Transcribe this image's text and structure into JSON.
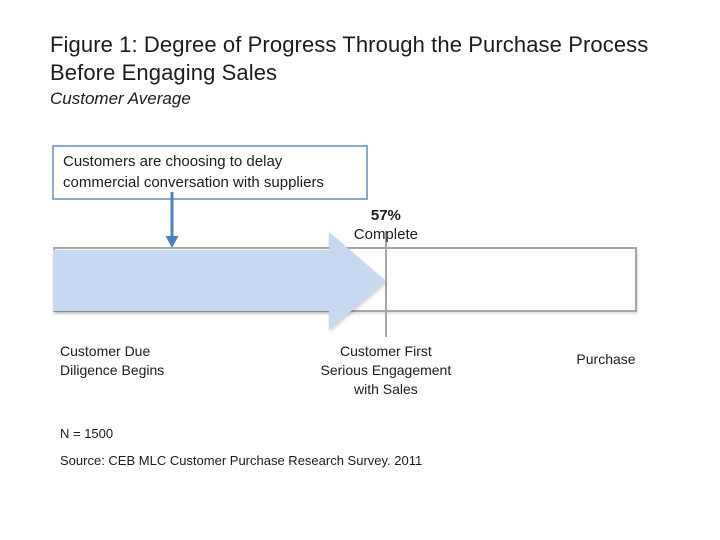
{
  "figure": {
    "title_line1": "Figure 1: Degree of Progress Through the Purchase Process",
    "title_line2": "Before Engaging Sales",
    "subtitle": "Customer Average"
  },
  "callout": {
    "text": "Customers are choosing to delay commercial conversation with suppliers"
  },
  "progress": {
    "percent_label": "57%",
    "complete_label": "Complete"
  },
  "milestones": {
    "start_lines": [
      "Customer Due",
      "Diligence Begins"
    ],
    "mid_lines": [
      "Customer First",
      "Serious Engagement",
      "with Sales"
    ],
    "end": "Purchase"
  },
  "footnotes": {
    "sample": "N = 1500",
    "source": "Source: CEB MLC Customer Purchase Research Survey. 2011"
  },
  "colors": {
    "arrow_fill": "#c6d9f0",
    "down_arrow": "#4f81bd",
    "callout_border": "#8aa9cf",
    "bar_border": "#a6a6a6",
    "marker": "#a6a6a6"
  },
  "chart_data": {
    "type": "bar",
    "title": "Figure 1: Degree of Progress Through the Purchase Process Before Engaging Sales",
    "subtitle": "Customer Average",
    "categories": [
      "Degree of progress through purchase process before engaging sales"
    ],
    "values": [
      57
    ],
    "xlim": [
      0,
      100
    ],
    "progress_percent": 57,
    "progress_label": "57% Complete",
    "axis_markers": [
      "Customer Due Diligence Begins",
      "Customer First Serious Engagement with Sales",
      "Purchase"
    ],
    "annotation": "Customers are choosing to delay commercial conversation with suppliers",
    "sample_size": "N = 1500",
    "source": "Source: CEB MLC Customer Purchase Research Survey. 2011",
    "legend": "off",
    "grid": "off"
  }
}
